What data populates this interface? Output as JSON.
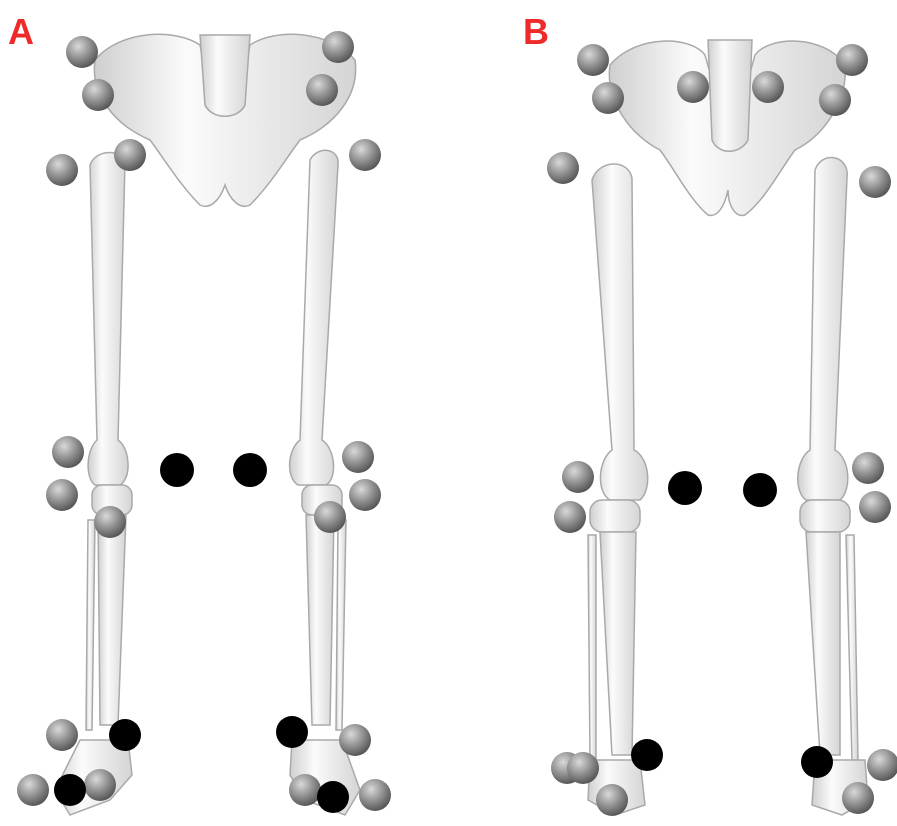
{
  "panels": [
    {
      "label": "A"
    },
    {
      "label": "B"
    }
  ],
  "colors": {
    "panel_label": "#ee2a2a",
    "bone_fill": "#e8e8e8",
    "bone_stroke": "#a9a9a9",
    "marker_gray": "#8c8c8c",
    "marker_black": "#000000"
  },
  "marker_types": [
    "gray-sphere-marker",
    "black-marker"
  ]
}
